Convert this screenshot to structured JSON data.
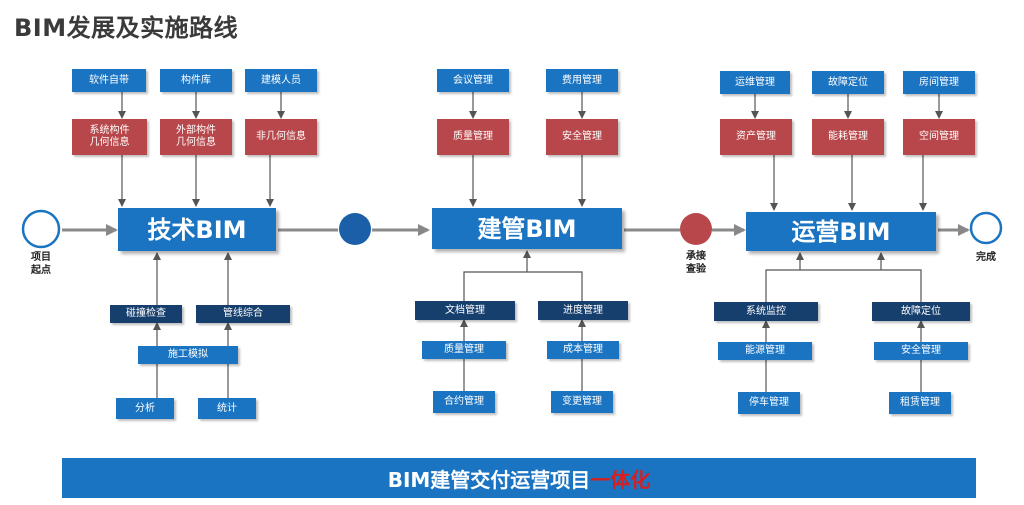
{
  "title": "BIM发展及实施路线",
  "nodes": {
    "start": "项目\n起点",
    "handover": "承接\n查验",
    "finish": "完成"
  },
  "phases": {
    "tech": {
      "label": "技术BIM",
      "inputs_top": [
        "软件自带",
        "构件库",
        "建模人员"
      ],
      "info_boxes": [
        "系统构件\n几何信息",
        "外部构件\n几何信息",
        "非几何信息"
      ],
      "bottom": {
        "clash": "碰撞检查",
        "pipeline": "管线综合",
        "simulation": "施工模拟",
        "analysis": "分析",
        "statistics": "统计"
      }
    },
    "construction": {
      "label": "建管BIM",
      "inputs_top": [
        "会议管理",
        "费用管理"
      ],
      "red_boxes": [
        "质量管理",
        "安全管理"
      ],
      "bottom_left": [
        "文档管理",
        "质量管理",
        "合约管理"
      ],
      "bottom_right": [
        "进度管理",
        "成本管理",
        "变更管理"
      ]
    },
    "operation": {
      "label": "运营BIM",
      "inputs_top": [
        "运维管理",
        "故障定位",
        "房间管理"
      ],
      "red_boxes": [
        "资产管理",
        "能耗管理",
        "空间管理"
      ],
      "bottom_left": [
        "系统监控",
        "能源管理",
        "停车管理"
      ],
      "bottom_right": [
        "故障定位",
        "安全管理",
        "租赁管理"
      ]
    }
  },
  "banner": {
    "main": "BIM建管交付运营项目",
    "highlight": "一体化"
  },
  "colors": {
    "blue": "#1a74c2",
    "red": "#b7474a",
    "navy": "#173f6e",
    "highlight": "#d42020"
  }
}
